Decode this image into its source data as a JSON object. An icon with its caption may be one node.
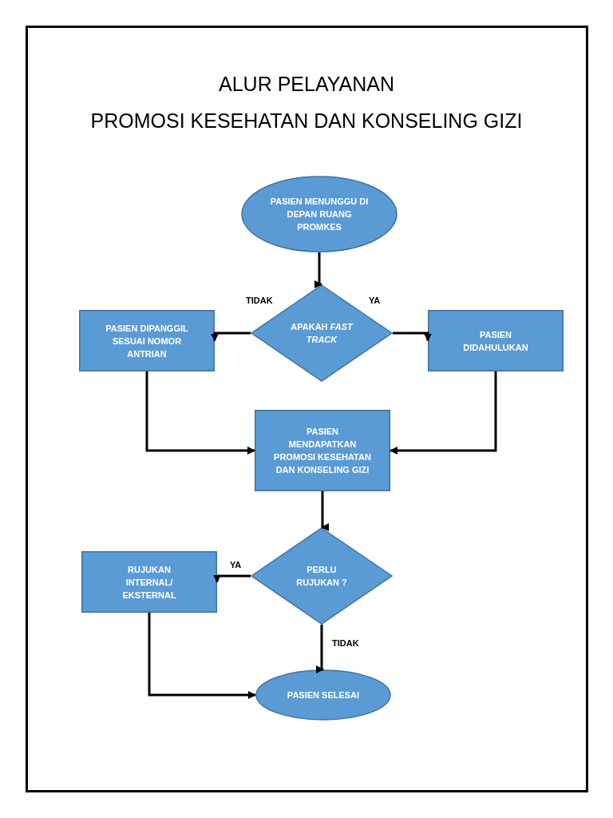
{
  "diagram": {
    "title": "ALUR PELAYANAN PROMOSI KESEHATAN DAN KONSELING GIZI",
    "nodes": [
      {
        "text": [
          "PASIEN MENUNGGU DI DEPAN RUANG PROMKES"
        ]
      },
      {
        "text": [
          "APAKAH *FAST TRACK*"
        ]
      },
      {
        "text": [
          "PASIEN DIPANGGIL SESUAI NOMOR ANTRIAN"
        ]
      },
      {
        "text": [
          "PASIEN DIDAHULUKAN"
        ]
      },
      {
        "text": [
          "PASIEN MENDAPATKAN PROMOSI KESEHATAN DAN KONSELING GIZI"
        ]
      },
      {
        "text": [
          "PERLU RUJUKAN ?"
        ]
      },
      {
        "text": [
          "RUJUKAN INTERNAL/ EKSTERNAL"
        ]
      },
      {
        "text": [
          "PASIEN SELESAI"
        ]
      }
    ],
    "edges": [
      {
        "from": 0,
        "to": 1,
        "arrow": "to"
      },
      {
        "from": 1,
        "to": 2,
        "arrow": "to",
        "label": "TIDAK"
      },
      {
        "from": 1,
        "to": 3,
        "arrow": "to",
        "label": "YA"
      },
      {
        "from": 2,
        "to": 4,
        "arrow": "to"
      },
      {
        "from": 3,
        "to": 4,
        "arrow": "to"
      },
      {
        "from": 4,
        "to": 5,
        "arrow": "to"
      },
      {
        "from": 5,
        "to": 6,
        "arrow": "to",
        "label": "YA"
      },
      {
        "from": 5,
        "to": 7,
        "arrow": "to",
        "label": "TIDAK"
      },
      {
        "from": 6,
        "to": 7,
        "arrow": "to"
      }
    ]
  }
}
